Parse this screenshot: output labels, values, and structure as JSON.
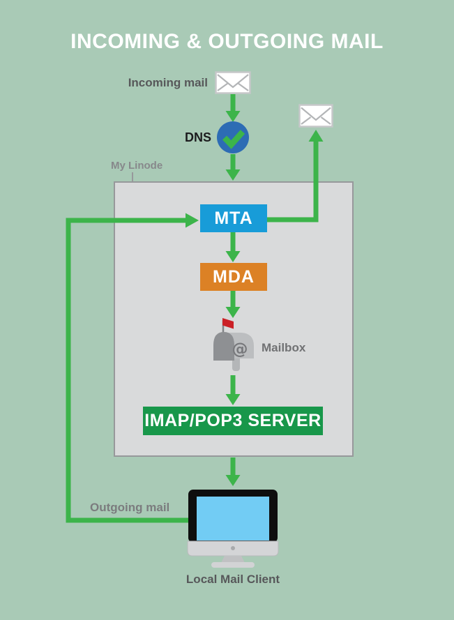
{
  "title": "INCOMING & OUTGOING MAIL",
  "flow": {
    "incoming_label": "Incoming mail",
    "dns_label": "DNS",
    "outgoing_label": "Outgoing mail",
    "client_label": "Local Mail Client",
    "mailbox_label": "Mailbox",
    "mailbox_at_glyph": "@"
  },
  "linode": {
    "label": "My Linode",
    "mta_label": "MTA",
    "mda_label": "MDA",
    "imap_label": "IMAP/POP3 SERVER"
  },
  "icons": {
    "incoming_envelope": "envelope-icon",
    "sent_envelope": "envelope-icon",
    "dns_check": "checkmark-circle-icon",
    "mailbox": "mailbox-icon",
    "client": "desktop-computer-icon"
  },
  "colors": {
    "background": "#a9cab6",
    "arrow_green": "#3cb44a",
    "dns_blue": "#2d6cb4",
    "mta_blue": "#189cd8",
    "mda_orange": "#dc8125",
    "imap_green": "#18974a",
    "panel_gray": "#d9dadb",
    "panel_border": "#97989b",
    "label_gray": "#57585a",
    "screen_blue": "#72ccf4",
    "flag_red": "#cb2026",
    "title_color": "#ffffff"
  }
}
